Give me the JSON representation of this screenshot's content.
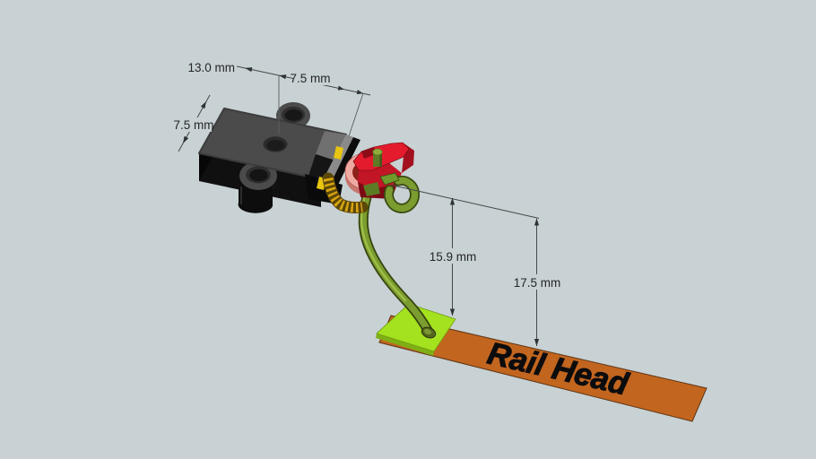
{
  "scene": {
    "description": "3D CAD view of model railroad knuckle coupler assembly above rail head",
    "rail_label": "Rail Head"
  },
  "colors": {
    "background": "#c8d1d3",
    "gear_box": "#4b4b4b",
    "gear_box_side": "#101010",
    "coupler_red": "#e41b2d",
    "disc_pink": "#efa9a1",
    "spring_gold": "#d7a511",
    "trip_pin_green": "#7b9c2f",
    "pad_lime": "#a4e11f",
    "rail_orange": "#c2651f",
    "clip_yellow": "#e8c50e",
    "dimension_line": "#45494b",
    "dimension_text": "#242628"
  },
  "dimensions": {
    "box_width": {
      "label": "13.0 mm"
    },
    "box_half_width": {
      "label": "7.5 mm"
    },
    "box_depth": {
      "label": "7.5 mm"
    },
    "trip_pin_height": {
      "label": "15.9 mm"
    },
    "coupler_height": {
      "label": "17.5 mm"
    }
  }
}
